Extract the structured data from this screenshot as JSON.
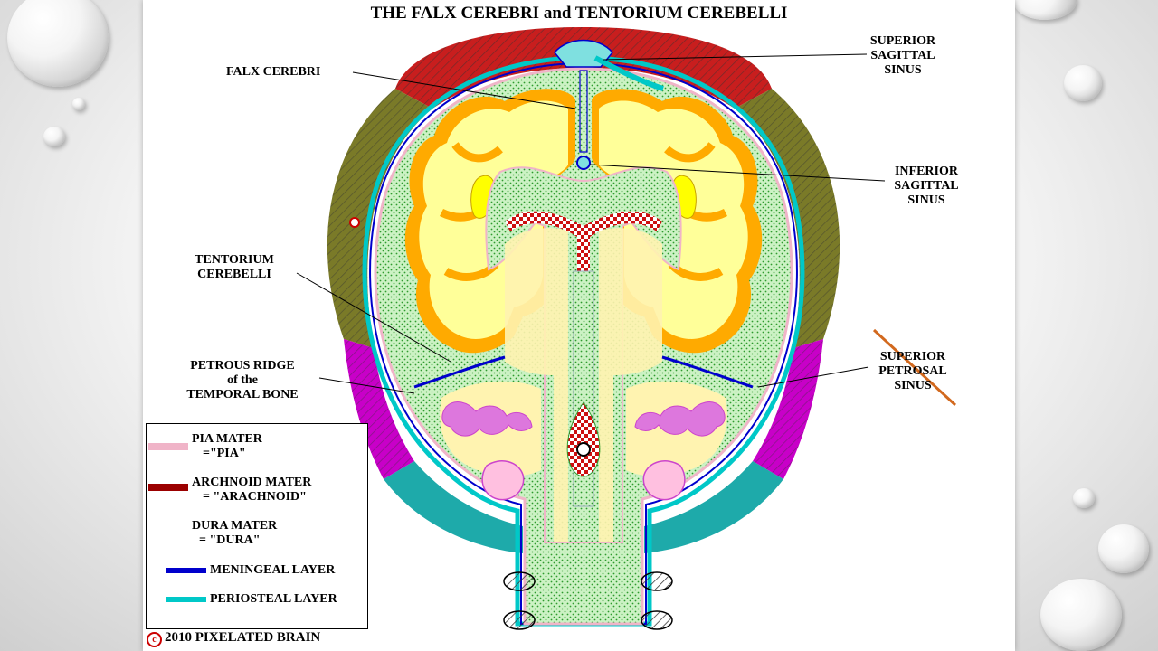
{
  "slide": {
    "title": "THE FALX CEREBRI and TENTORIUM CEREBELLI"
  },
  "labels": {
    "falx_cerebri": "FALX CEREBRI",
    "superior_sagittal_sinus": [
      "SUPERIOR",
      "SAGITTAL",
      "SINUS"
    ],
    "inferior_sagittal_sinus": [
      "INFERIOR",
      "SAGITTAL",
      "SINUS"
    ],
    "tentorium_cerebelli": [
      "TENTORIUM",
      "CEREBELLI"
    ],
    "petrous_ridge": [
      "PETROUS RIDGE",
      "of the",
      "TEMPORAL BONE"
    ],
    "superior_petrosal_sinus": [
      "SUPERIOR",
      "PETROSAL",
      "SINUS"
    ]
  },
  "legend": {
    "pia": [
      "PIA MATER",
      "=\"PIA\""
    ],
    "arachnoid": [
      "ARCHNOID MATER",
      "= \"ARACHNOID\""
    ],
    "dura": [
      "DURA MATER",
      "= \"DURA\""
    ],
    "meningeal": "MENINGEAL  LAYER",
    "periosteal": "PERIOSTEAL LAYER"
  },
  "copyright": {
    "symbol": "c",
    "text": "2010 PIXELATED BRAIN"
  },
  "colors": {
    "pia": "#f0b4c8",
    "arachnoid": "#9b0000",
    "meningeal": "#0000cc",
    "periosteal": "#00c8c8",
    "bone_red": "#c81e1e",
    "bone_olive": "#7a7a28",
    "bone_magenta": "#c800c8",
    "bone_teal": "#1eaaaa",
    "gray_matter": "#ffaa00",
    "white_matter": "#ffff99",
    "csf_green": "#c8f0c0",
    "annotation_stroke": "#d2691e"
  }
}
